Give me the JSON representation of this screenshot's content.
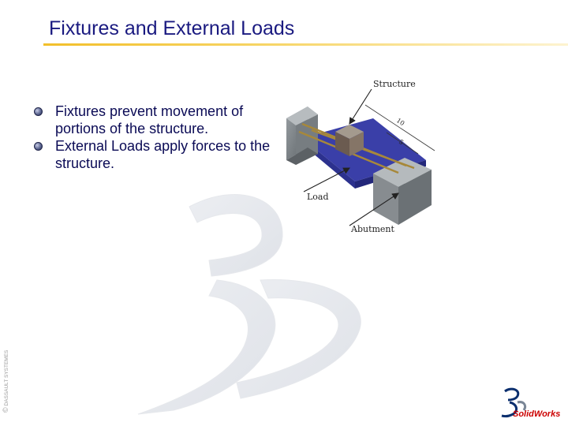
{
  "slide": {
    "title": "Fixtures and External Loads",
    "bullets": [
      "Fixtures prevent movement of portions of the structure.",
      "External Loads apply forces to the structure."
    ]
  },
  "figure": {
    "labels": {
      "structure": "Structure",
      "load": "Load",
      "abutment": "Abutment"
    },
    "dimensions": [
      "10",
      "5"
    ]
  },
  "footer": {
    "copyright_symbol": "©",
    "copyright_text": "DASSAULT SYSTEMES",
    "logo_text": "SolidWorks"
  },
  "colors": {
    "title": "#1a1a80",
    "body_text": "#0a0a55",
    "title_rule": "#f2bf2a",
    "logo_red": "#cc0000"
  },
  "icons": {
    "bullet": "bullet-dot-icon",
    "background": "ds-watermark-icon",
    "logo": "3ds-solidworks-logo"
  }
}
